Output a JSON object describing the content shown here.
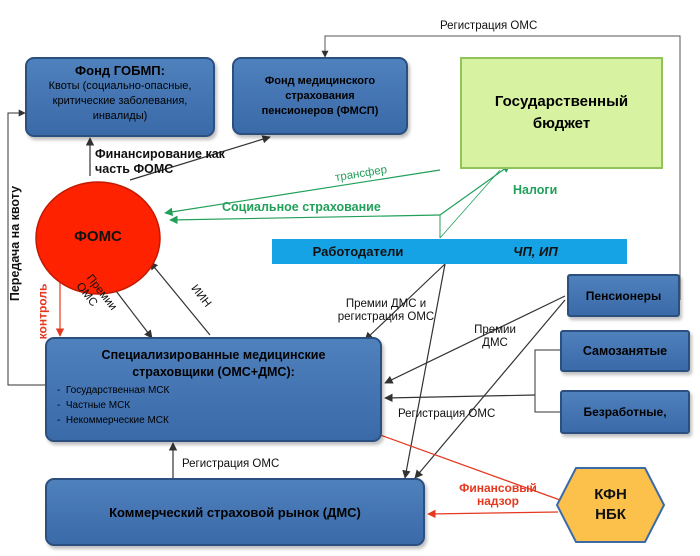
{
  "fgobmp": {
    "title": "Фонд ГОБМП:",
    "desc": "Квоты (социально-опасные, критические заболевания, инвалиды)"
  },
  "fmsp": {
    "title": "Фонд медицинского страхования пенсионеров (ФМСП)"
  },
  "budget": {
    "title": "Государственный бюджет"
  },
  "foms": {
    "title": "ФОМС"
  },
  "employers": {
    "left": "Работодатели",
    "right": "ЧП, ИП"
  },
  "insurers": {
    "title": "Специализированные медицинские страховщики (ОМС+ДМС):",
    "items": [
      "Государственная МСК",
      "Частные МСК",
      "Некоммерческие МСК"
    ]
  },
  "market": {
    "title": "Коммерческий страховой рынок (ДМС)"
  },
  "kfn": {
    "line1": "КФН",
    "line2": "НБК"
  },
  "side_boxes": {
    "pensioners": "Пенсионеры",
    "self_employed": "Самозанятые",
    "unemployed": "Безработные,"
  },
  "labels": {
    "reg_oms_top": "Регистрация ОМС",
    "financing": "Финансирование как часть ФОМС",
    "transfer": "трансфер",
    "taxes": "Налоги",
    "social": "Социальное страхование",
    "quota_transfer": "Передача на квоту",
    "control": "контроль",
    "premiums_oms": "Премии ОМС",
    "iin": "ИИН",
    "premiums_dms_reg": "Премии ДМС и регистрация ОМС",
    "premiums_dms": "Премии ДМС",
    "reg_oms_mid": "Регистрация ОМС",
    "reg_oms_bottom": "Регистрация ОМС",
    "fin_supervision": "Финансовый надзор"
  },
  "colors": {
    "box_blue": "#4f81bd",
    "budget_green": "#d7f2a0",
    "foms_red": "#ff2200",
    "employer_bar": "#15a3e6",
    "kfn_orange": "#fcc14a",
    "arrow_green": "#21a05a",
    "arrow_red": "#e5381f"
  }
}
